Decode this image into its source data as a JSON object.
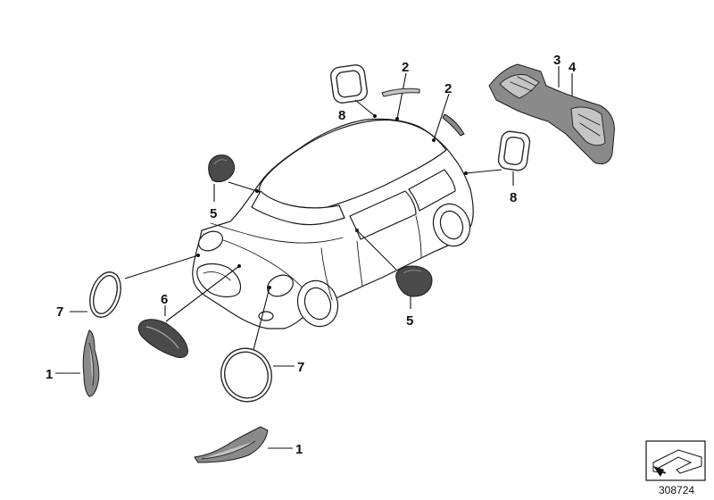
{
  "diagram": {
    "document_number": "308724",
    "callouts": [
      {
        "id": "callout-2-spoiler-left",
        "text": "2"
      },
      {
        "id": "callout-2-spoiler-right",
        "text": "2"
      },
      {
        "id": "callout-3",
        "text": "3"
      },
      {
        "id": "callout-4",
        "text": "4"
      },
      {
        "id": "callout-8-top",
        "text": "8"
      },
      {
        "id": "callout-8-right",
        "text": "8"
      },
      {
        "id": "callout-5-left",
        "text": "5"
      },
      {
        "id": "callout-5-right",
        "text": "5"
      },
      {
        "id": "callout-6",
        "text": "6"
      },
      {
        "id": "callout-7-left",
        "text": "7"
      },
      {
        "id": "callout-7-bottom",
        "text": "7"
      },
      {
        "id": "callout-1-left",
        "text": "1"
      },
      {
        "id": "callout-1-bottom",
        "text": "1"
      }
    ]
  }
}
